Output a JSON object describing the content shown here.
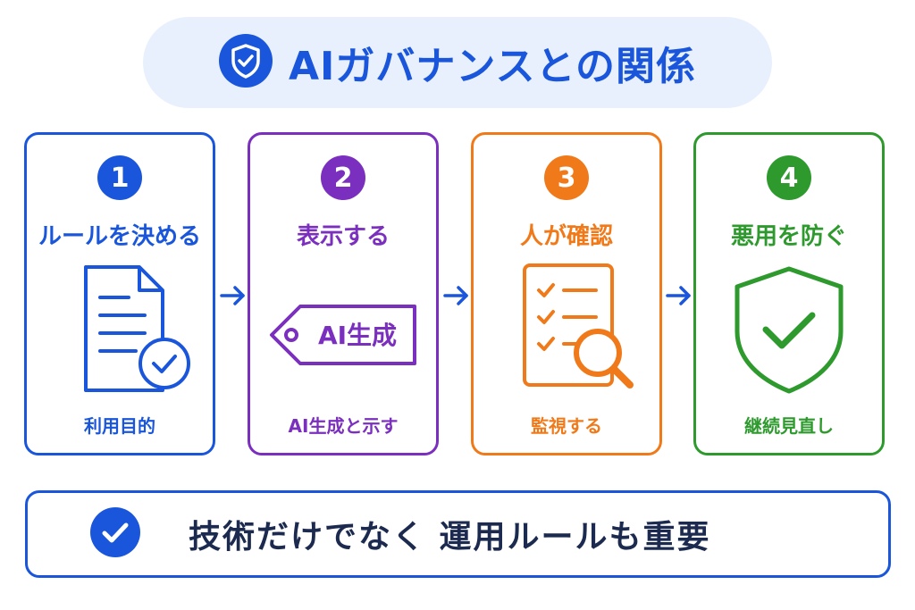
{
  "title": {
    "text": "AIガバナンスとの関係",
    "icon": "shield-check-icon",
    "color": "#1a56db",
    "background": "#e8f0fe"
  },
  "steps": [
    {
      "number": "1",
      "title": "ルールを決める",
      "caption": "利用目的",
      "icon": "document-check-icon",
      "color": "#1a56db"
    },
    {
      "number": "2",
      "title": "表示する",
      "caption": "AI生成と示す",
      "icon": "tag-icon",
      "tag_label": "AI生成",
      "color": "#7b2fbe"
    },
    {
      "number": "3",
      "title": "人が確認",
      "caption": "監視する",
      "icon": "checklist-magnifier-icon",
      "color": "#f07a1a"
    },
    {
      "number": "4",
      "title": "悪用を防ぐ",
      "caption": "継続見直し",
      "icon": "shield-check-icon",
      "color": "#2e9a2e"
    }
  ],
  "arrows": {
    "icon": "arrow-right-icon",
    "color": "#1a56db"
  },
  "banner": {
    "text": "技術だけでなく 運用ルールも重要",
    "icon": "check-circle-icon",
    "color": "#1a56db",
    "text_color": "#1b2a4e"
  }
}
